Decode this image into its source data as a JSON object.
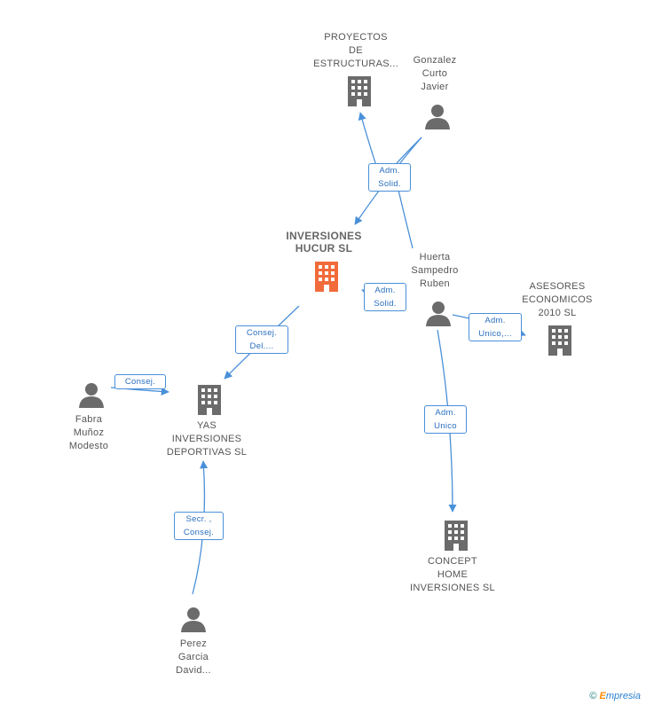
{
  "nodes": {
    "proyectos": {
      "label": "PROYECTOS\nDE\nESTRUCTURAS..."
    },
    "gonzalez": {
      "label": "Gonzalez\nCurto\nJavier"
    },
    "hucur": {
      "label": "INVERSIONES\nHUCUR SL"
    },
    "huerta": {
      "label": "Huerta\nSampedro\nRuben"
    },
    "asesores": {
      "label": "ASESORES\nECONOMICOS\n2010 SL"
    },
    "fabra": {
      "label": "Fabra\nMuñoz\nModesto"
    },
    "yas": {
      "label": "YAS\nINVERSIONES\nDEPORTIVAS SL"
    },
    "concept": {
      "label": "CONCEPT\nHOME\nINVERSIONES SL"
    },
    "perez": {
      "label": "Perez\nGarcia\nDavid..."
    }
  },
  "edges": {
    "gonzalez_adm": "Adm.\nSolid.",
    "huerta_adm_solid": "Adm.\nSolid.",
    "huerta_asesores": "Adm.\nUnico,...",
    "hucur_yas": "Consej.\nDel....",
    "fabra_yas": "Consej.",
    "huerta_concept": "Adm.\nUnico",
    "perez_yas": "Secr. ,\nConsej."
  },
  "footer": {
    "copyright": "©",
    "brand_first": "E",
    "brand_rest": "mpresia"
  },
  "colors": {
    "main_company": "#f26b3a",
    "company": "#6b6b6b",
    "person": "#6b6b6b",
    "edge": "#4a90d9"
  }
}
